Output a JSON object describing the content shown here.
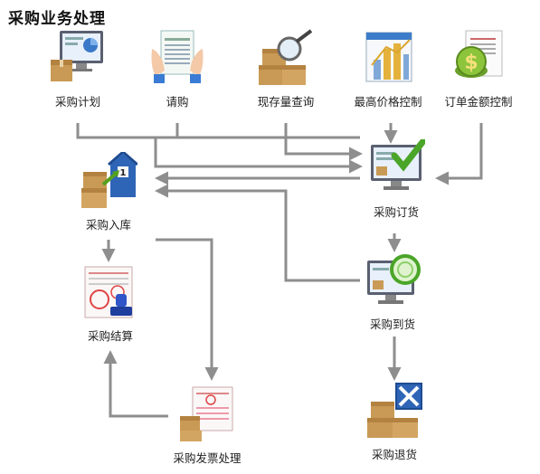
{
  "page": {
    "title": "采购业务处理"
  },
  "nodes": {
    "plan": "采购计划",
    "request": "请购",
    "stock_query": "现存量查询",
    "max_price": "最高价格控制",
    "order_amount": "订单金额控制",
    "order": "采购订货",
    "warehouse": "采购入库",
    "arrival": "采购到货",
    "settle": "采购结算",
    "invoice": "采购发票处理",
    "return": "采购退货"
  },
  "icons": {
    "plan": "monitor-chart-boxes-icon",
    "request": "document-hands-icon",
    "stock_query": "boxes-magnifier-icon",
    "max_price": "bar-chart-icon",
    "order_amount": "dollar-coin-icon",
    "order": "monitor-checkmark-icon",
    "warehouse": "warehouse-boxes-icon",
    "arrival": "monitor-circle-icon",
    "settle": "stamp-document-icon",
    "invoice": "invoice-boxes-icon",
    "return": "boxes-cross-icon"
  },
  "colors": {
    "arrow": "#8e8e8e"
  }
}
